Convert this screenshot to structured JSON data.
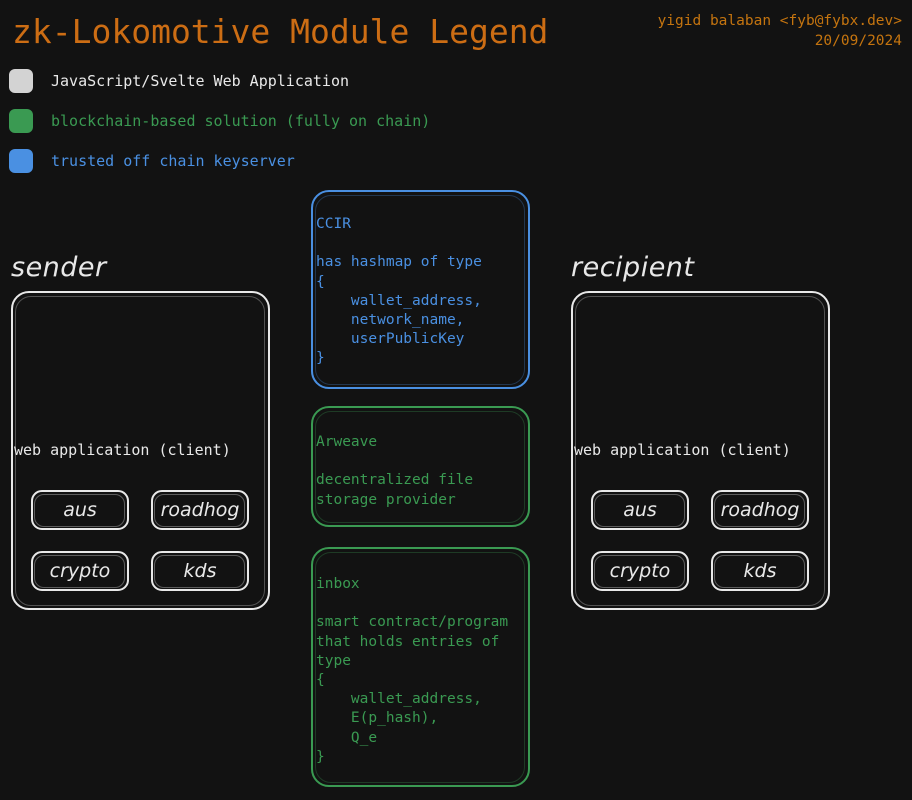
{
  "header": {
    "title": "zk-Lokomotive Module Legend",
    "author": "yigid balaban <fyb@fybx.dev>",
    "date": "20/09/2024",
    "title_color": "#cc6d14",
    "author_color": "#c4740f"
  },
  "colors": {
    "background": "#121212",
    "white": "#e9e9e9",
    "blue": "#4a90e2",
    "green": "#3a9a52",
    "swatch_gray": "#d3d3d3"
  },
  "legend": {
    "items": [
      {
        "swatch_color": "#d3d3d3",
        "label": "JavaScript/Svelte Web Application",
        "text_color": "#e9e9e9"
      },
      {
        "swatch_color": "#3a9a52",
        "label": "blockchain-based solution (fully on chain)",
        "text_color": "#3a9a52"
      },
      {
        "swatch_color": "#4a90e2",
        "label": "trusted off chain keyserver",
        "text_color": "#4a90e2"
      }
    ]
  },
  "sender": {
    "group_label": "sender",
    "caption": "web application (client)",
    "chips": [
      "aus",
      "roadhog",
      "crypto",
      "kds"
    ]
  },
  "recipient": {
    "group_label": "recipient",
    "caption": "web application (client)",
    "chips": [
      "aus",
      "roadhog",
      "crypto",
      "kds"
    ]
  },
  "modules": {
    "ccir": {
      "title": "CCIR",
      "body": "CCIR\n\nhas hashmap of type\n{\n    wallet_address,\n    network_name,\n    userPublicKey\n}",
      "color": "#4a90e2"
    },
    "arweave": {
      "title": "Arweave",
      "body": "Arweave\n\ndecentralized file\nstorage provider",
      "color": "#3a9a52"
    },
    "inbox": {
      "title": "inbox",
      "body": "inbox\n\nsmart contract/program\nthat holds entries of\ntype\n{\n    wallet_address,\n    E(p_hash),\n    Q_e\n}",
      "color": "#3a9a52"
    }
  }
}
